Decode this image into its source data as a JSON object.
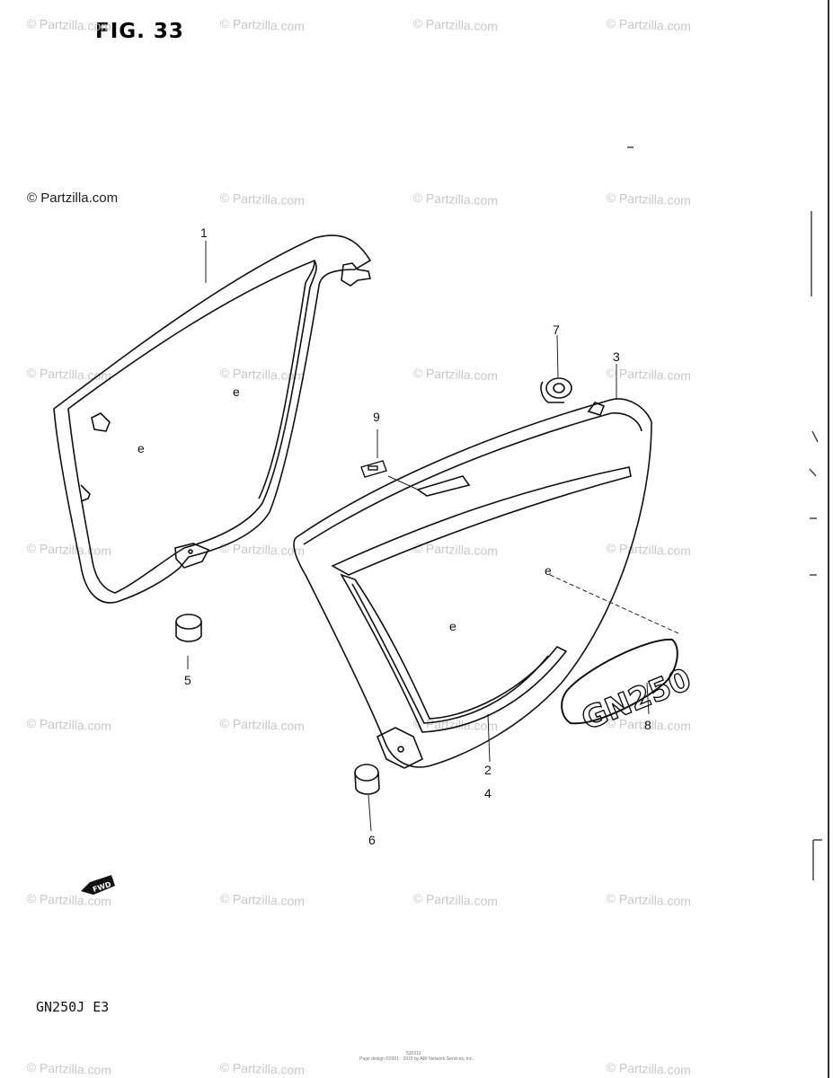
{
  "figure": {
    "title": "FIG. 33",
    "copyright": "© Partzilla.com",
    "model_code": "GN250J  E3",
    "footer_id": "520212",
    "footer_note": "Page design ©2001 - 2015 by ARI Network Services, Inc.",
    "watermark_text": "© Partzilla.com",
    "fwd_label": "FWD",
    "decal_text": "GN250"
  },
  "callouts": [
    "1",
    "2",
    "3",
    "4",
    "5",
    "6",
    "7",
    "8",
    "9"
  ],
  "colors": {
    "ink": "#111111",
    "watermark": "#c8c8c8",
    "background": "#ffffff"
  }
}
